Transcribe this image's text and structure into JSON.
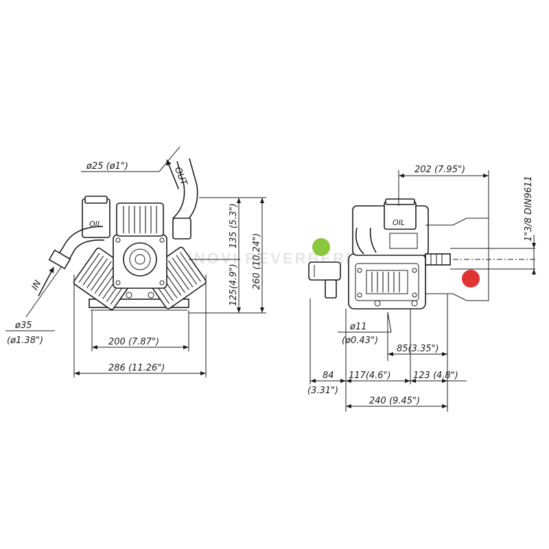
{
  "colors": {
    "line": "#1a1a1a",
    "green_dot": "#8cc63f",
    "red_dot": "#e03434",
    "ghost": "#e6e6e6"
  },
  "front_view": {
    "inlet_label": "IN",
    "outlet_label": "OUT",
    "oil_label": "OIL",
    "dims": {
      "outlet_dia": "ø25 (ø1\")",
      "inlet_dia": "ø35",
      "inlet_dia_in": "(ø1.38\")",
      "h_total": "260 (10.24\")",
      "h_top": "135 (5.3\")",
      "h_bottom": "125(4.9\")",
      "w_inner": "200 (7.87\")",
      "w_total": "286 (11.26\")"
    }
  },
  "side_view": {
    "oil_label": "OIL",
    "dims": {
      "shaft_len": "202 (7.95\")",
      "shaft_spec": "1\"3/8 DIN9611",
      "bolt_dia": "ø11",
      "bolt_dia_in": "(ø0.43\")",
      "d85": "85(3.35\")",
      "d84": "84",
      "d84_in": "(3.31\")",
      "d117": "117(4.6\")",
      "d123": "123 (4.8\")",
      "d240": "240 (9.45\")"
    }
  },
  "watermark": "ANNOVI REVERBERI"
}
